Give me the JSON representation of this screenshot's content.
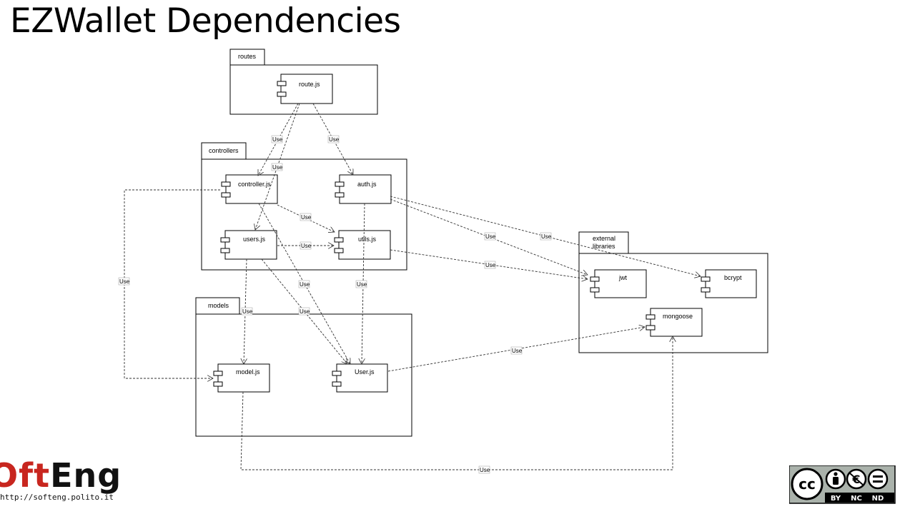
{
  "slide": {
    "title": "EZWallet Dependencies"
  },
  "packages": {
    "routes": "routes",
    "controllers": "controllers",
    "models": "models",
    "external": [
      "external",
      "libraries"
    ]
  },
  "components": {
    "route": "route.js",
    "controller": "controller.js",
    "auth": "auth.js",
    "users": "users.js",
    "utils": "utils.js",
    "model": "model.js",
    "user": "User.js",
    "jwt": "jwt",
    "bcrypt": "bcrypt",
    "mongoose": "mongoose"
  },
  "relation_label": "Use",
  "logo": {
    "brand_red": "Oft",
    "brand_black": "Eng",
    "url": "http://softeng.polito.it"
  },
  "license": {
    "parts": [
      "BY",
      "NC",
      "ND"
    ],
    "cc": "cc"
  },
  "colors": {
    "brand": "#c8261f",
    "line": "#333333"
  }
}
